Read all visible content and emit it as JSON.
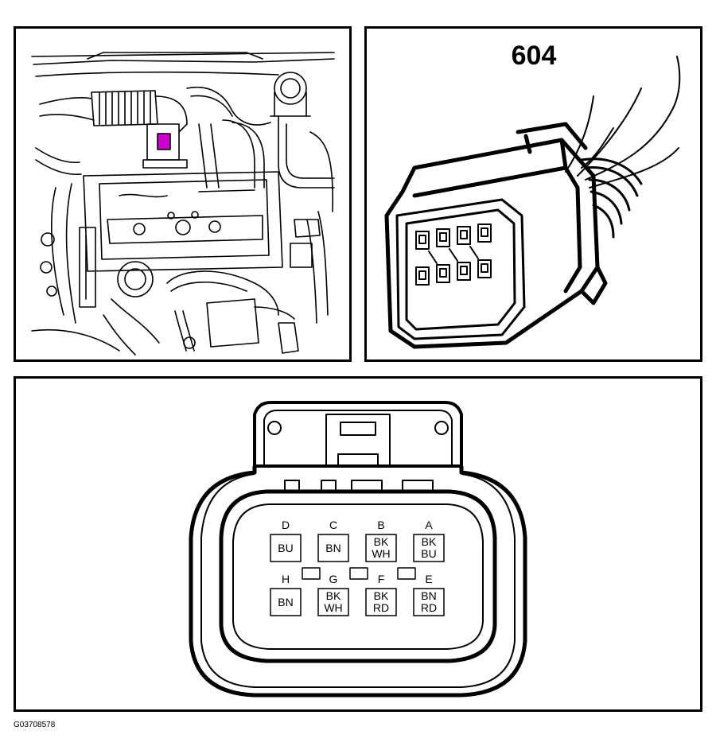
{
  "figure": {
    "connector_number": "604",
    "figure_code": "G03708578",
    "highlight_color": "#cc00cc",
    "line_color": "#000000"
  },
  "pins": {
    "top_row": [
      {
        "letter": "D",
        "color": "BU"
      },
      {
        "letter": "C",
        "color": "BN"
      },
      {
        "letter": "B",
        "color": "BK WH"
      },
      {
        "letter": "A",
        "color": "BK BU"
      }
    ],
    "bottom_row": [
      {
        "letter": "H",
        "color": "BN"
      },
      {
        "letter": "G",
        "color": "BK WH"
      },
      {
        "letter": "F",
        "color": "BK RD"
      },
      {
        "letter": "E",
        "color": "BN RD"
      }
    ]
  }
}
